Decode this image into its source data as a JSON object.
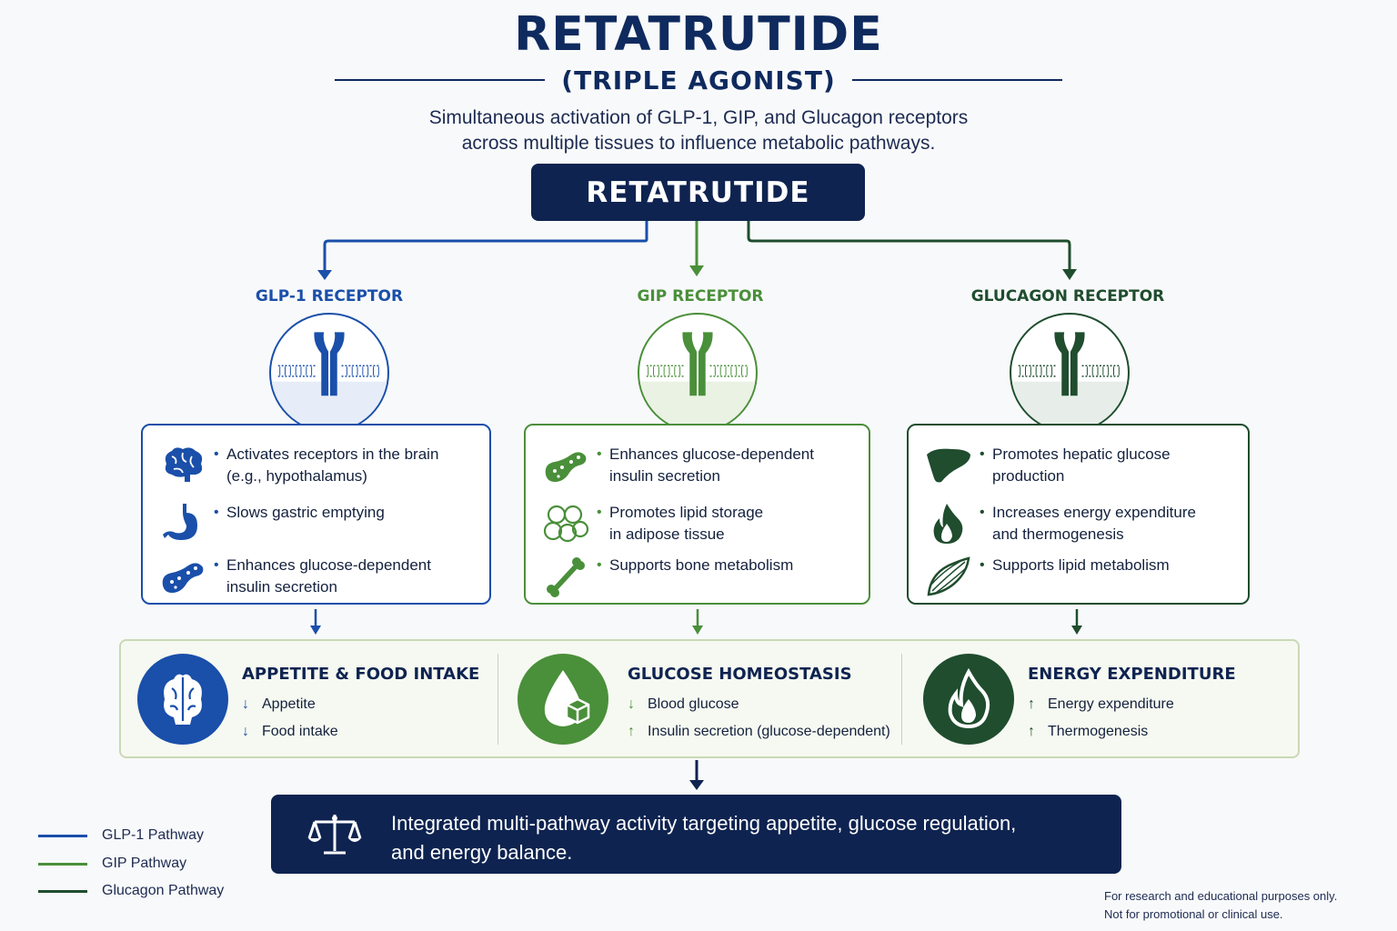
{
  "title": "RETATRUTIDE",
  "subtitle": "(TRIPLE AGONIST)",
  "description": [
    "Simultaneous activation of GLP-1, GIP, and Glucagon receptors",
    "across multiple tissues to influence metabolic pathways."
  ],
  "center_label": "RETATRUTIDE",
  "colors": {
    "navy": "#0e2350",
    "glp1": "#1a4faa",
    "gip": "#4a8f3a",
    "glucagon": "#1f4d2e"
  },
  "receptors": [
    {
      "title": "GLP-1 RECEPTOR",
      "items": [
        {
          "icon": "brain-icon",
          "lines": [
            "Activates receptors in the brain",
            "(e.g., hypothalamus)"
          ]
        },
        {
          "icon": "stomach-icon",
          "lines": [
            "Slows gastric emptying"
          ]
        },
        {
          "icon": "pancreas-icon",
          "lines": [
            "Enhances glucose-dependent",
            "insulin secretion"
          ]
        }
      ]
    },
    {
      "title": "GIP RECEPTOR",
      "items": [
        {
          "icon": "pancreas-icon",
          "lines": [
            "Enhances glucose-dependent",
            "insulin secretion"
          ]
        },
        {
          "icon": "adipose-cells-icon",
          "lines": [
            "Promotes lipid storage",
            "in adipose tissue"
          ]
        },
        {
          "icon": "bone-icon",
          "lines": [
            "Supports bone metabolism"
          ]
        }
      ]
    },
    {
      "title": "GLUCAGON RECEPTOR",
      "items": [
        {
          "icon": "liver-icon",
          "lines": [
            "Promotes hepatic glucose",
            "production"
          ]
        },
        {
          "icon": "flame-icon",
          "lines": [
            "Increases energy expenditure",
            "and thermogenesis"
          ]
        },
        {
          "icon": "muscle-icon",
          "lines": [
            "Supports lipid metabolism"
          ]
        }
      ]
    }
  ],
  "effects": [
    {
      "title": "APPETITE & FOOD INTAKE",
      "icon": "brain-icon",
      "lines": [
        {
          "arrow": "↓",
          "text": "Appetite"
        },
        {
          "arrow": "↓",
          "text": "Food intake"
        }
      ]
    },
    {
      "title": "GLUCOSE HOMEOSTASIS",
      "icon": "glucose-drop-icon",
      "lines": [
        {
          "arrow": "↓",
          "text": "Blood glucose"
        },
        {
          "arrow": "↑",
          "text": "Insulin secretion (glucose-dependent)"
        }
      ]
    },
    {
      "title": "ENERGY EXPENDITURE",
      "icon": "flame-icon",
      "lines": [
        {
          "arrow": "↑",
          "text": "Energy expenditure"
        },
        {
          "arrow": "↑",
          "text": "Thermogenesis"
        }
      ]
    }
  ],
  "summary": [
    "Integrated multi-pathway activity targeting appetite, glucose regulation,",
    "and energy balance."
  ],
  "summary_icon": "balance-scale-icon",
  "legend": [
    "GLP-1 Pathway",
    "GIP Pathway",
    "Glucagon Pathway"
  ],
  "footnote": [
    "For research and educational purposes only.",
    "Not for promotional or clinical use."
  ]
}
